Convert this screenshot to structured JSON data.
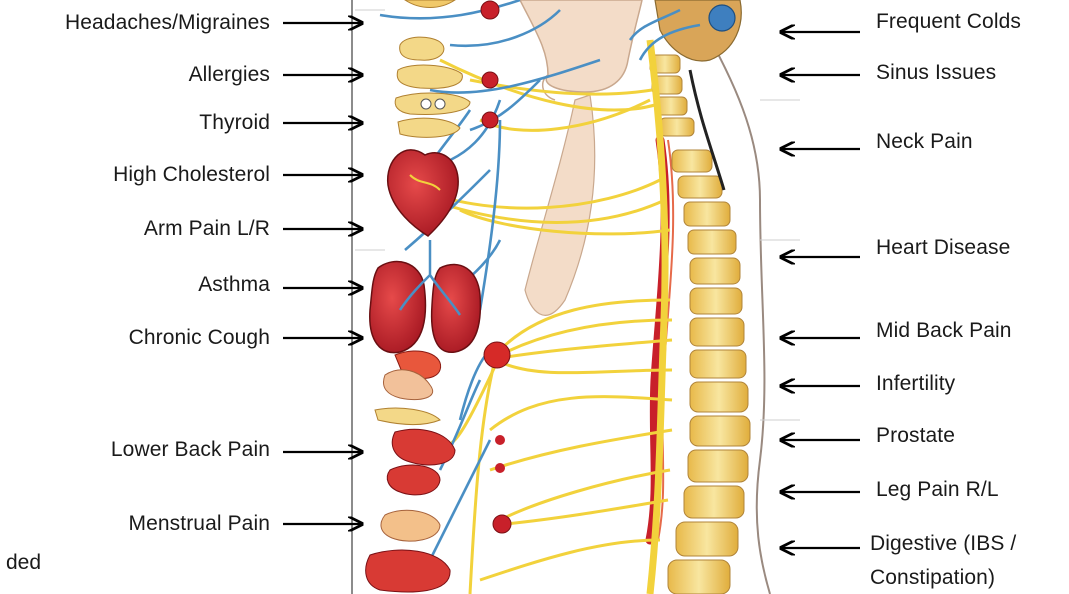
{
  "left_labels": [
    "Headaches/Migraines",
    "Allergies",
    "Thyroid",
    "High Cholesterol",
    "Arm Pain L/R",
    "Asthma",
    "Chronic Cough",
    "Lower Back Pain",
    "Menstrual Pain"
  ],
  "right_labels": [
    "Frequent Colds",
    "Sinus Issues",
    "Neck Pain",
    "Heart Disease",
    "Mid Back Pain",
    "Infertility",
    "Prostate",
    "Leg Pain R/L",
    "Digestive  (IBS /",
    "Constipation)"
  ],
  "cropped_fragment": "ded",
  "colors": {
    "nerve_yellow": "#f2d23c",
    "nerve_blue": "#4a8fc4",
    "organ_red": "#c8202a",
    "skin": "#f3dcc8",
    "bone": "#f1d27a",
    "arrow": "#000000"
  }
}
